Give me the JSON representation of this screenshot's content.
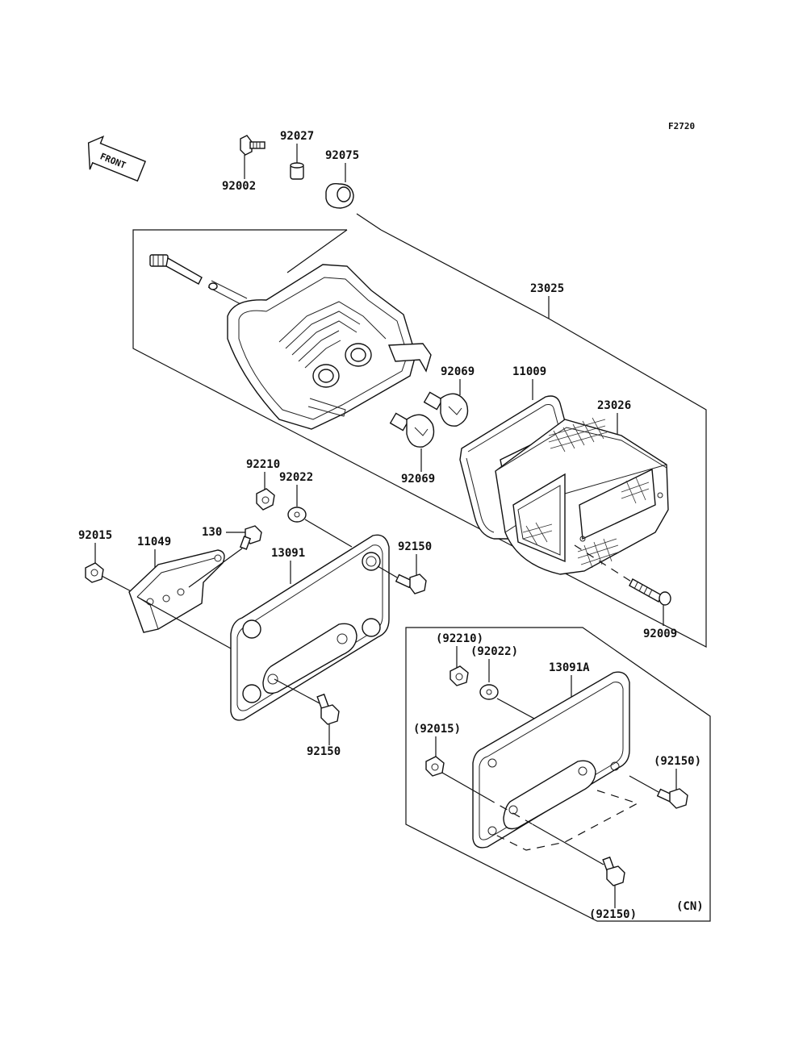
{
  "figure_code": "F2720",
  "front_marker": "FRONT",
  "region_note": "(CN)",
  "labels": {
    "p92002": "92002",
    "p92027": "92027",
    "p92075": "92075",
    "p23025": "23025",
    "p92069a": "92069",
    "p92069b": "92069",
    "p11009": "11009",
    "p23026": "23026",
    "p92210": "92210",
    "p92022": "92022",
    "p92015": "92015",
    "p11049": "11049",
    "p130": "130",
    "p13091": "13091",
    "p92150a": "92150",
    "p92150b": "92150",
    "p92009": "92009",
    "cn92210": "(92210)",
    "cn92022": "(92022)",
    "cn13091A": "13091A",
    "cn92015": "(92015)",
    "cn92150a": "(92150)",
    "cn92150b": "(92150)"
  },
  "colors": {
    "ink": "#111111",
    "paper": "#ffffff"
  }
}
